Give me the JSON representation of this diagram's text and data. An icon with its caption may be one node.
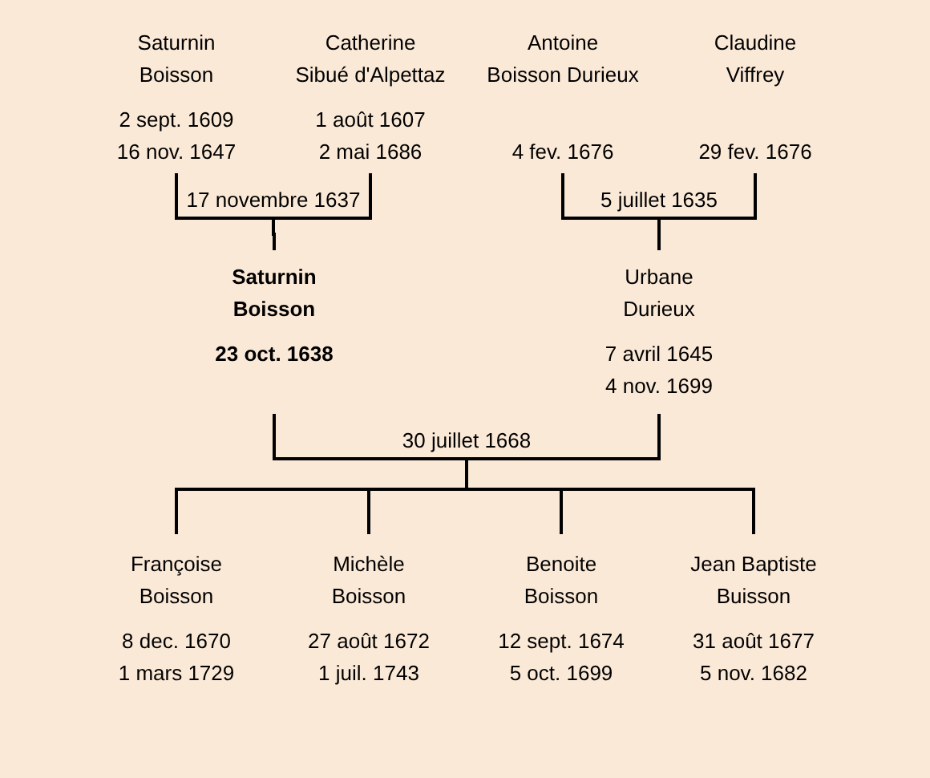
{
  "diagram": {
    "nodes": [
      {
        "text": [
          "Saturnin",
          "Boisson",
          "2 sept. 1609",
          "16 nov. 1647"
        ]
      },
      {
        "text": [
          "Catherine",
          "Sibué d'Alpettaz",
          "1 août 1607",
          "2 mai 1686"
        ]
      },
      {
        "text": [
          "Antoine",
          "Boisson Durieux",
          "4 fev. 1676"
        ]
      },
      {
        "text": [
          "Claudine",
          "Viffrey",
          "29 fev. 1676"
        ]
      },
      {
        "text": [
          "Saturnin",
          "Boisson",
          "23 oct. 1638"
        ]
      },
      {
        "text": [
          "Urbane",
          "Durieux",
          "7 avril 1645",
          "4 nov. 1699"
        ]
      },
      {
        "text": [
          "Françoise",
          "Boisson",
          "8 dec. 1670",
          "1 mars 1729"
        ]
      },
      {
        "text": [
          "Michèle",
          "Boisson",
          "27 août 1672",
          "1 juil. 1743"
        ]
      },
      {
        "text": [
          "Benoite",
          "Boisson",
          "12 sept. 1674",
          "5 oct. 1699"
        ]
      },
      {
        "text": [
          "Jean Baptiste",
          "Buisson",
          "31 août 1677",
          "5 nov. 1682"
        ]
      }
    ],
    "edges": [
      {
        "from": 0,
        "to": 4,
        "arrow": "none",
        "label": "17 novembre 1637"
      },
      {
        "from": 1,
        "to": 4,
        "arrow": "none"
      },
      {
        "from": 2,
        "to": 5,
        "arrow": "none",
        "label": "5 juillet 1635"
      },
      {
        "from": 3,
        "to": 5,
        "arrow": "none"
      },
      {
        "from": 4,
        "to": 6,
        "arrow": "none",
        "label": "30 juillet 1668"
      },
      {
        "from": 4,
        "to": 7,
        "arrow": "none"
      },
      {
        "from": 4,
        "to": 8,
        "arrow": "none"
      },
      {
        "from": 4,
        "to": 9,
        "arrow": "none"
      },
      {
        "from": 5,
        "to": 6,
        "arrow": "none"
      },
      {
        "from": 5,
        "to": 7,
        "arrow": "none"
      },
      {
        "from": 5,
        "to": 8,
        "arrow": "none"
      },
      {
        "from": 5,
        "to": 9,
        "arrow": "none"
      }
    ]
  }
}
